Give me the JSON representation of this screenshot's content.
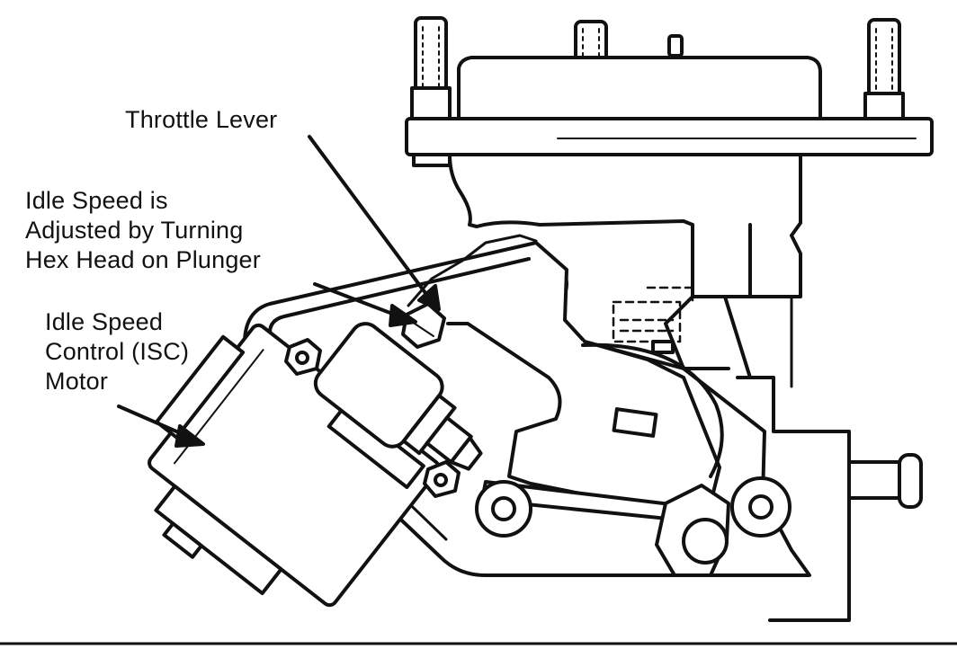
{
  "labels": {
    "throttle_lever": "Throttle Lever",
    "idle_adjust": {
      "line1": "Idle Speed is",
      "line2": "Adjusted by Turning",
      "line3": "Hex Head on Plunger"
    },
    "isc_motor": {
      "line1": "Idle Speed",
      "line2": "Control (ISC)",
      "line3": "Motor"
    }
  },
  "colors": {
    "ink": "#111111",
    "paper": "#ffffff"
  }
}
